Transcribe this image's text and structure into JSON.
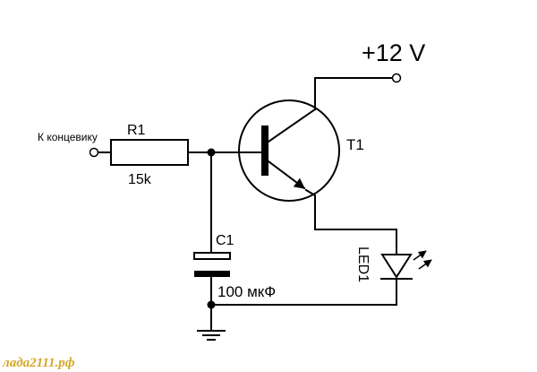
{
  "diagram": {
    "supply_label": "+12 V",
    "input_label": "К концевику",
    "resistor": {
      "name": "R1",
      "value": "15k"
    },
    "capacitor": {
      "name": "C1",
      "value": "100 мкФ"
    },
    "transistor": {
      "name": "T1"
    },
    "led": {
      "name": "LED1"
    },
    "watermark": "лада2111.рф"
  }
}
